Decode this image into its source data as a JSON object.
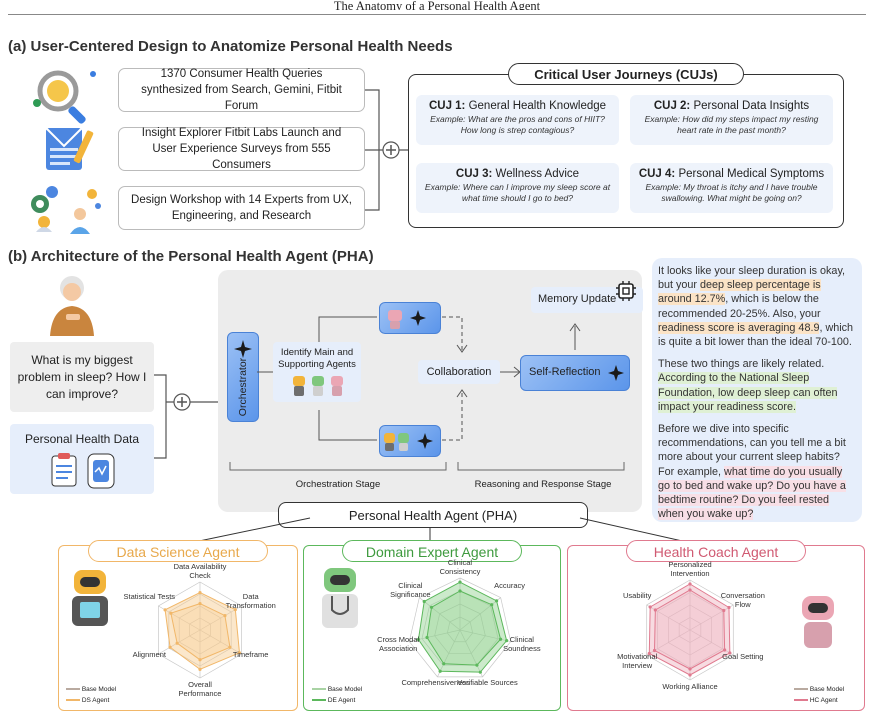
{
  "header": {
    "title": "The Anatomy of a Personal Health Agent"
  },
  "section_a": {
    "title": "(a) User-Centered Design to Anatomize Personal Health Needs",
    "sources": [
      "1370 Consumer Health Queries synthesized from Search, Gemini, Fitbit Forum",
      "Insight Explorer Fitbit Labs Launch and User Experience Surveys from 555 Consumers",
      "Design Workshop with 14 Experts from UX, Engineering, and Research"
    ],
    "cuj_title": "Critical User Journeys (CUJs)",
    "cujs": [
      {
        "id": "CUJ 1:",
        "name": "General Health Knowledge",
        "example": "Example: What are the pros and cons of HIIT? How long is strep contagious?"
      },
      {
        "id": "CUJ 2:",
        "name": "Personal Data Insights",
        "example": "Example: How did my steps impact my resting heart rate in the past month?"
      },
      {
        "id": "CUJ 3:",
        "name": "Wellness Advice",
        "example": "Example: Where can I improve my sleep score at what time should I go to bed?"
      },
      {
        "id": "CUJ 4:",
        "name": "Personal Medical Symptoms",
        "example": "Example: My throat is itchy and I have trouble swallowing. What might be going on?"
      }
    ]
  },
  "section_b": {
    "title": "(b) Architecture of the Personal Health Agent (PHA)",
    "user_query": "What is my biggest problem in sleep? How I can improve?",
    "personal_data": "Personal Health Data",
    "orchestrator": "Orchestrator",
    "identify": "Identify Main and Supporting Agents",
    "collaboration": "Collaboration",
    "self_reflection": "Self-Reflection",
    "memory_update": "Memory Update",
    "stage_orchestration": "Orchestration Stage",
    "stage_reasoning": "Reasoning and Response Stage",
    "pha_label": "Personal Health Agent (PHA)",
    "response": {
      "p1": [
        {
          "t": "It looks like your sleep duration is okay, but your ",
          "h": ""
        },
        {
          "t": "deep sleep percentage is around 12.7%",
          "h": "o"
        },
        {
          "t": ", which is below the recommended 20-25%. Also, your ",
          "h": ""
        },
        {
          "t": "readiness score is averaging 48.9",
          "h": "o"
        },
        {
          "t": ", which is quite a bit lower than the ideal 70-100.",
          "h": ""
        }
      ],
      "p2": [
        {
          "t": "These two things are likely related. ",
          "h": ""
        },
        {
          "t": "According to the National Sleep Foundation, low deep sleep can often impact your readiness score.",
          "h": "g"
        }
      ],
      "p3": [
        {
          "t": "Before we dive into specific recommendations, can you tell me a bit more about your current sleep habits? For example, ",
          "h": ""
        },
        {
          "t": "what time do you usually go to bed and wake up? Do you have a bedtime routine? Do you feel rested when you wake up?",
          "h": "p"
        }
      ]
    }
  },
  "agents": [
    {
      "title": "Data Science Agent",
      "color": "#f1b769",
      "fill": "#f7c98c",
      "axes": [
        "Data Availability Check",
        "Data Transformation",
        "Timeframe",
        "Overall Performance",
        "Alignment",
        "Statistical Tests"
      ],
      "legend": [
        "Base Model",
        "DS Agent"
      ],
      "base": [
        0.55,
        0.6,
        0.72,
        0.62,
        0.55,
        0.7
      ],
      "agent": [
        0.78,
        0.85,
        0.95,
        0.82,
        0.72,
        0.84
      ]
    },
    {
      "title": "Domain Expert Agent",
      "color": "#5cb85c",
      "fill": "#8fd08c",
      "axes": [
        "Clinical Consistency",
        "Accuracy",
        "Clinical Soundness",
        "Verifiable Sources",
        "Comprehensiveness",
        "Cross Modal Association",
        "Clinical Significance"
      ],
      "legend": [
        "Base Model",
        "DE Agent"
      ],
      "base": [
        0.75,
        0.78,
        0.8,
        0.75,
        0.72,
        0.65,
        0.7
      ],
      "agent": [
        0.92,
        0.9,
        0.92,
        0.9,
        0.88,
        0.82,
        0.88
      ]
    },
    {
      "title": "Health Coach Agent",
      "color": "#e07a8f",
      "fill": "#eeb0bd",
      "axes": [
        "Personalized Intervention",
        "Conversation Flow",
        "Goal Setting",
        "Working Alliance",
        "Motivational Interview",
        "Usability"
      ],
      "legend": [
        "Base Model",
        "HC Agent"
      ],
      "base": [
        0.8,
        0.78,
        0.8,
        0.78,
        0.82,
        0.8
      ],
      "agent": [
        0.92,
        0.9,
        0.92,
        0.9,
        0.94,
        0.92
      ]
    }
  ]
}
